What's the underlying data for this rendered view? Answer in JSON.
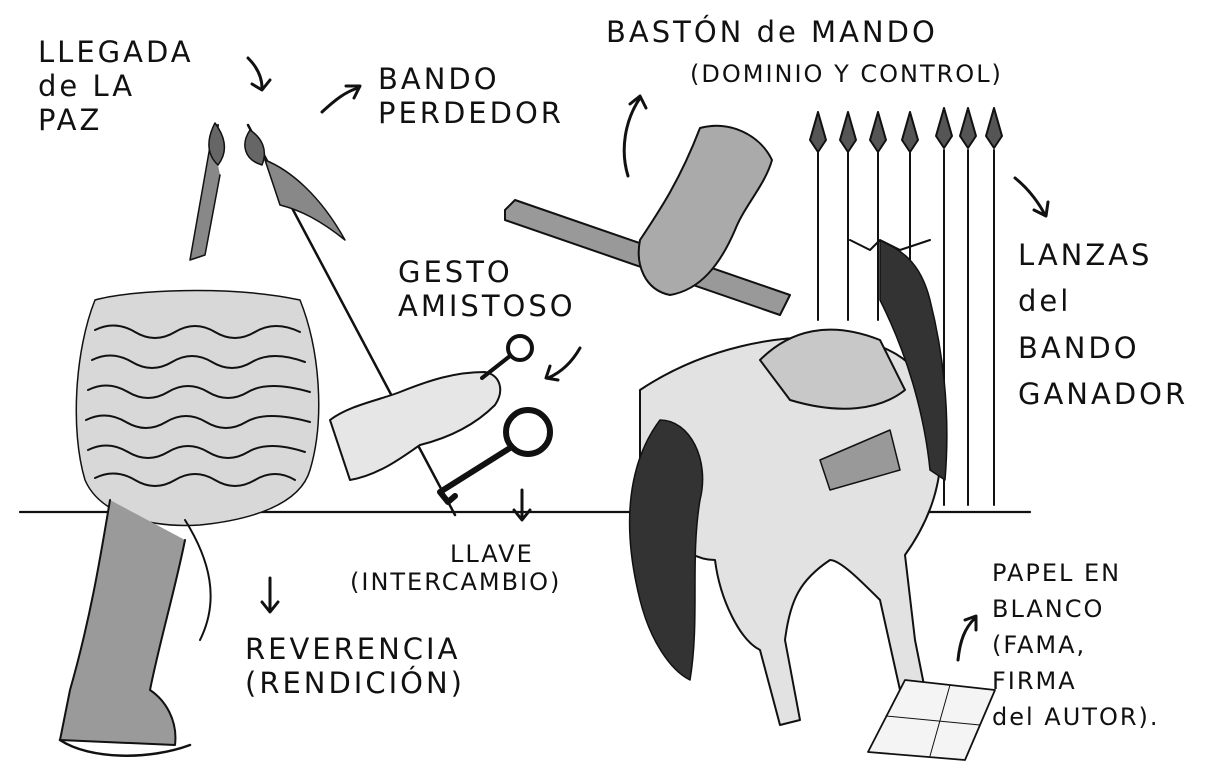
{
  "labels": {
    "llegada": [
      "LLEGADA",
      "de LA",
      "PAZ"
    ],
    "bando_perdedor": [
      "BANDO",
      "PERDEDOR"
    ],
    "baston": [
      "BASTÓN de MANDO",
      "(DOMINIO Y CONTROL)"
    ],
    "lanzas": [
      "LANZAS",
      "del",
      "BANDO",
      "GANADOR"
    ],
    "gesto": [
      "GESTO",
      "AMISTOSO"
    ],
    "llave": [
      "LLAVE",
      "(INTERCAMBIO)"
    ],
    "reverencia": [
      "REVERENCIA",
      "(RENDICIÓN)"
    ],
    "papel": [
      "PAPEL EN",
      "BLANCO",
      "(FAMA,",
      "FIRMA",
      "del AUTOR)."
    ]
  },
  "icons": {
    "arrows": "hand-drawn-arrow-icon",
    "flags": "flag-lance-icon",
    "baton": "baton-icon",
    "glove": "gauntlet-icon",
    "keys": "key-icon",
    "horse": "horse-icon",
    "paper": "paper-icon"
  },
  "colors": {
    "ink": "#111111",
    "paper": "#ffffff",
    "shade": "#555555"
  }
}
